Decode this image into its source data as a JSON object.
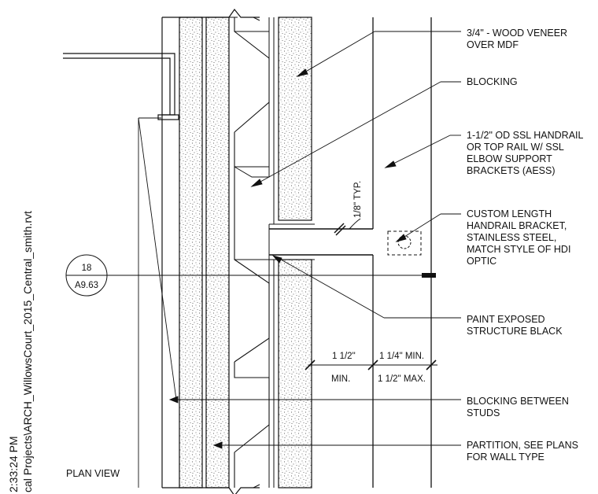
{
  "notes": [
    {
      "lines": [
        "3/4\" - WOOD VENEER",
        "OVER MDF"
      ]
    },
    {
      "lines": [
        "BLOCKING"
      ]
    },
    {
      "lines": [
        "1-1/2\" OD SSL HANDRAIL",
        "OR TOP RAIL W/ SSL",
        "ELBOW SUPPORT",
        "BRACKETS (AESS)"
      ]
    },
    {
      "lines": [
        "CUSTOM LENGTH",
        "HANDRAIL BRACKET,",
        "STAINLESS STEEL,",
        "MATCH STYLE OF HDI",
        "OPTIC"
      ]
    },
    {
      "lines": [
        "PAINT EXPOSED",
        "STRUCTURE BLACK"
      ]
    },
    {
      "lines": [
        "BLOCKING BETWEEN",
        "STUDS"
      ]
    },
    {
      "lines": [
        "PARTITION, SEE PLANS",
        "FOR WALL TYPE"
      ]
    }
  ],
  "dimensions": {
    "gap": "1/8\" TYP.",
    "a_top": "1 1/2\"",
    "a_bottom": "MIN.",
    "b_top": "1 1/4\" MIN.",
    "b_bottom": "1 1/2\" MAX."
  },
  "section_marker": {
    "number": "18",
    "sheet": "A9.63"
  },
  "view_label": "PLAN VIEW",
  "file_stamp": {
    "line1": "2:33:24 PM",
    "line2": "cal Projects\\ARCH_WillowsCourt_2015_Central_smith.rvt"
  }
}
